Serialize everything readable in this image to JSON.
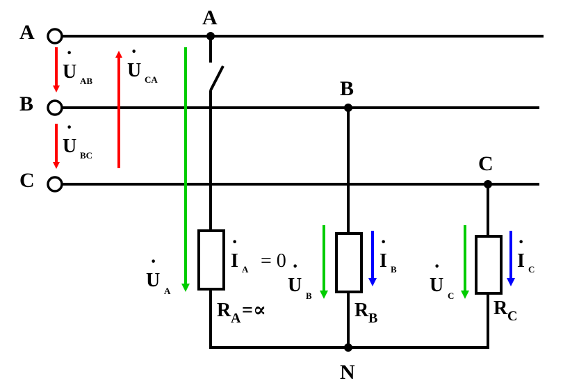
{
  "colors": {
    "wire": "#000000",
    "line_voltage": "#ff0000",
    "phase_voltage": "#00cc00",
    "current": "#0000ff"
  },
  "line_labels": {
    "a": "A",
    "b": "B",
    "c": "C"
  },
  "node_labels": {
    "a": "A",
    "b": "B",
    "c": "C",
    "neutral": "N"
  },
  "line_voltages": {
    "ab": {
      "symbol": "U",
      "sub": "AB"
    },
    "bc": {
      "symbol": "U",
      "sub": "BC"
    },
    "ca": {
      "symbol": "U",
      "sub": "CA"
    }
  },
  "phase_voltages": {
    "a": {
      "symbol": "U",
      "sub": "A"
    },
    "b": {
      "symbol": "U",
      "sub": "B"
    },
    "c": {
      "symbol": "U",
      "sub": "C"
    }
  },
  "currents": {
    "a": {
      "symbol": "I",
      "sub": "A",
      "value": "= 0"
    },
    "b": {
      "symbol": "I",
      "sub": "B"
    },
    "c": {
      "symbol": "I",
      "sub": "C"
    }
  },
  "resistors": {
    "a": {
      "symbol": "R",
      "sub": "A",
      "value": "=∝"
    },
    "b": {
      "symbol": "R",
      "sub": "B"
    },
    "c": {
      "symbol": "R",
      "sub": "C"
    }
  }
}
